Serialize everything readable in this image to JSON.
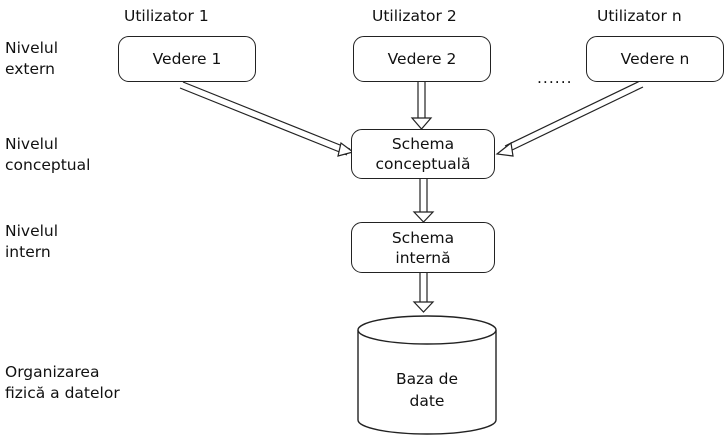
{
  "users": [
    "Utilizator 1",
    "Utilizator 2",
    "Utilizator n"
  ],
  "levels": {
    "extern": [
      "Nivelul",
      "extern"
    ],
    "conceptual": [
      "Nivelul",
      "conceptual"
    ],
    "intern": [
      "Nivelul",
      "intern"
    ],
    "fizic": [
      "Organizarea",
      "fizică a datelor"
    ]
  },
  "views": [
    "Vedere 1",
    "Vedere 2",
    "Vedere n"
  ],
  "ellipsis": "......",
  "conceptual_schema": [
    "Schema",
    "conceptuală"
  ],
  "internal_schema": [
    "Schema",
    "internă"
  ],
  "database": [
    "Baza de",
    "date"
  ]
}
